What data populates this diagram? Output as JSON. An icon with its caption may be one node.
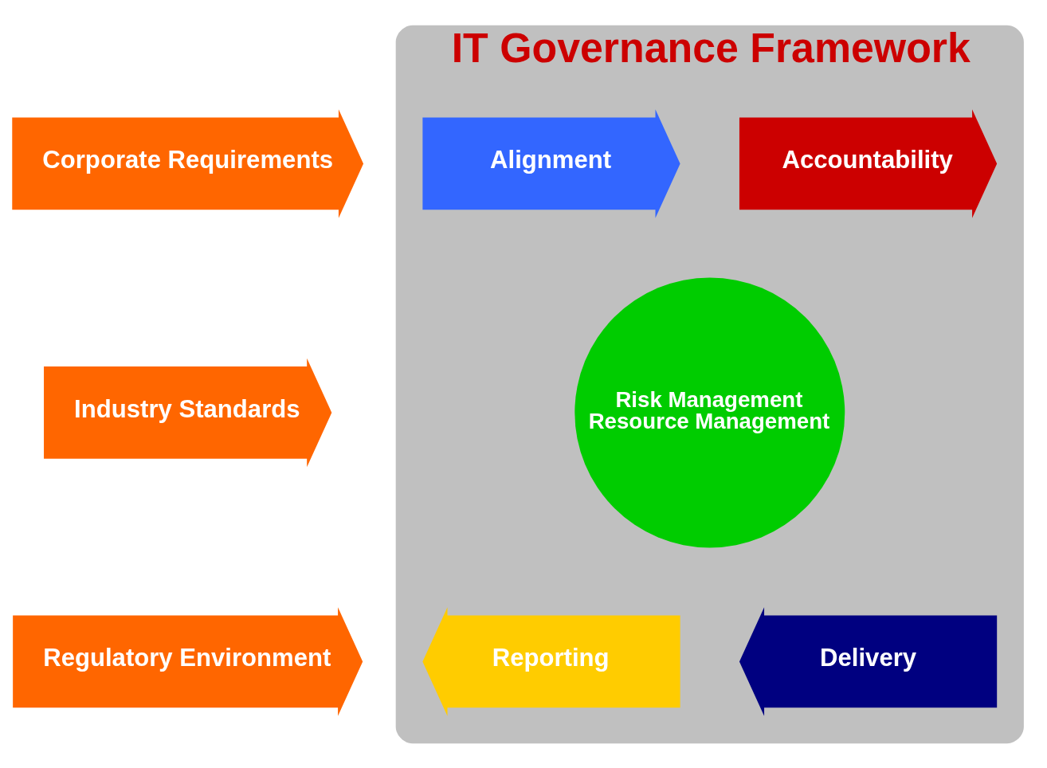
{
  "diagram": {
    "nodes": [
      {
        "text": [
          "Corporate Requirements"
        ]
      },
      {
        "text": [
          "Industry Standards"
        ]
      },
      {
        "text": [
          "Regulatory Environment"
        ]
      },
      {
        "text": [
          "IT Governance Framework"
        ]
      },
      {
        "text": [
          "Accountability"
        ],
        "in": 3
      },
      {
        "text": [
          "Alignment"
        ],
        "in": 3
      },
      {
        "text": [
          "Risk Management",
          "Resource Management"
        ],
        "in": 3
      },
      {
        "text": [
          "Reporting"
        ],
        "in": 3
      },
      {
        "text": [
          "Delivery"
        ],
        "in": 3
      }
    ]
  }
}
